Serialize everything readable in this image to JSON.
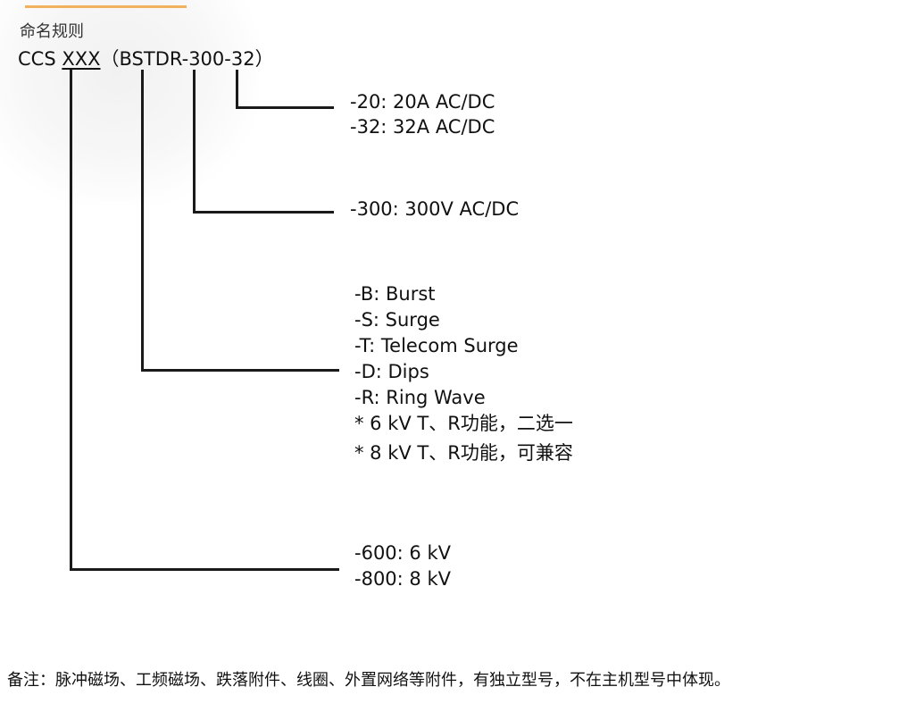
{
  "header": {
    "title": "命名规则",
    "model_prefix": "CCS ",
    "model_series": "XXX",
    "model_suffix": "（BSTDR-300-32）"
  },
  "groups": {
    "current": [
      "-20:  20A AC/DC",
      "-32:  32A AC/DC"
    ],
    "voltage": [
      "-300: 300V AC/DC"
    ],
    "tests": [
      "-B: Burst",
      "-S: Surge",
      "-T: Telecom Surge",
      "-D: Dips",
      "-R: Ring Wave",
      "* 6 kV T、R功能，二选一",
      "* 8 kV T、R功能，可兼容"
    ],
    "series": [
      "-600: 6 kV",
      "-800: 8 kV"
    ]
  },
  "remark": "备注：脉冲磁场、工频磁场、跌落附件、线圈、外置网络等附件，有独立型号，不在主机型号中体现。",
  "colors": {
    "accent": "#f2b15c",
    "text": "#111111",
    "line": "#1a1a1a"
  }
}
